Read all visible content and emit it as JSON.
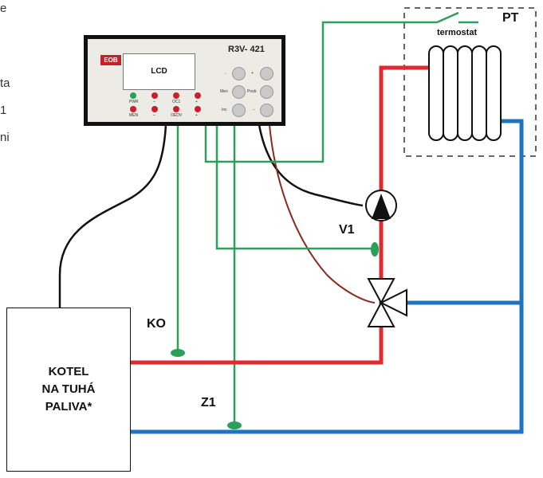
{
  "edge_text": [
    "e",
    "ta",
    "1",
    "ni"
  ],
  "controller": {
    "model": "R3V- 421",
    "display": "LCD",
    "logo": "EOB",
    "top_labels": [
      "PWR",
      "–",
      "OC1",
      "+"
    ],
    "bottom_labels": [
      "MEN",
      "–",
      "OEDV",
      "+"
    ],
    "knob_labels": [
      "→",
      "+",
      "Men",
      "Posb",
      "Inc",
      "−"
    ]
  },
  "labels": {
    "pt": "PT",
    "thermostat": "termostat",
    "v1": "V1",
    "ko": "KO",
    "z1": "Z1"
  },
  "boiler": {
    "line1": "KOTEL",
    "line2": "NA TUHÁ",
    "line3": "PALIVA*"
  },
  "colors": {
    "hot": "#e02a2f",
    "cold": "#1f73c0",
    "signal": "#2aa05a",
    "wire": "#111111",
    "valve_wire": "#8b2a1e"
  }
}
